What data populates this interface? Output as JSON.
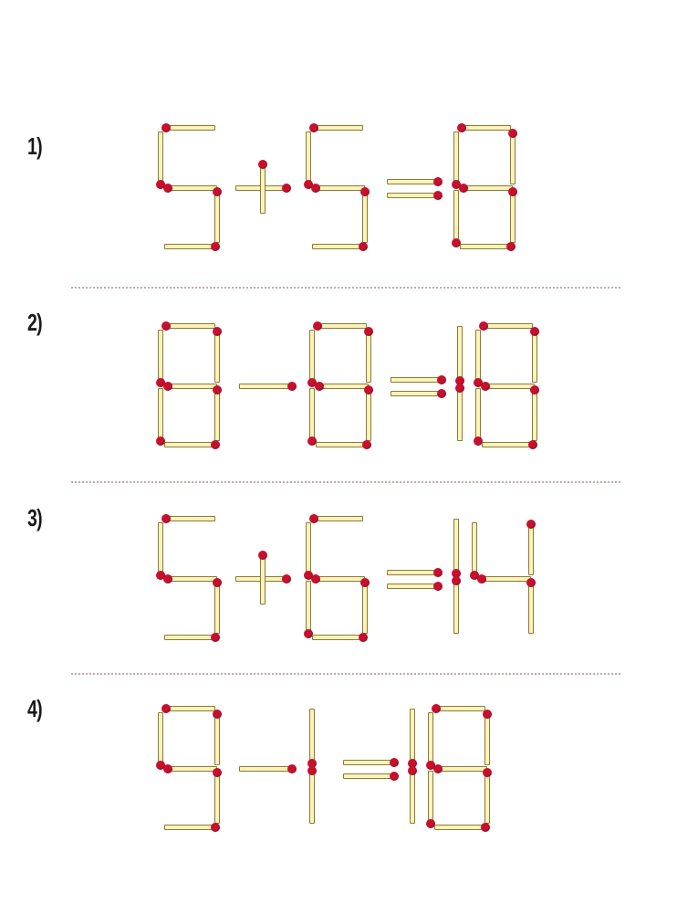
{
  "colors": {
    "match_body": "#fbf3b8",
    "match_edge": "#8a7a3a",
    "match_head": "#c8102e",
    "divider": "#c9a9a9"
  },
  "puzzles": [
    {
      "label": "1)",
      "symbols": [
        "5",
        "+",
        "5",
        "=",
        "8"
      ]
    },
    {
      "label": "2)",
      "symbols": [
        "8",
        "-",
        "8",
        "=",
        "18"
      ]
    },
    {
      "label": "3)",
      "symbols": [
        "5",
        "+",
        "6",
        "=",
        "14"
      ]
    },
    {
      "label": "4)",
      "symbols": [
        "9",
        "-",
        "1",
        "=",
        "18"
      ]
    }
  ]
}
